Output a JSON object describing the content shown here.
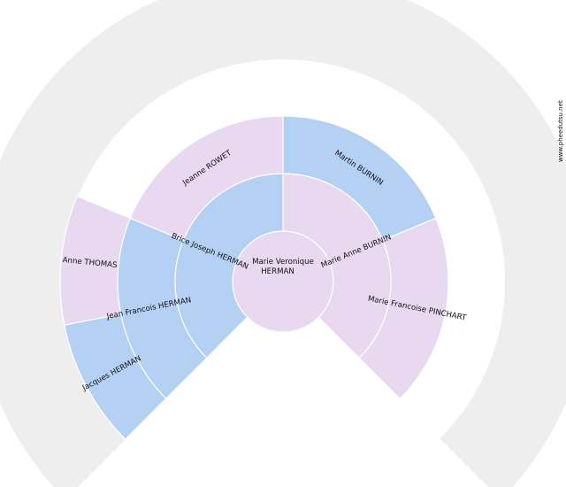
{
  "colors": {
    "male": "#b4d0f2",
    "female": "#e8d8f0",
    "empty": "#eeeeee"
  },
  "credit": "www.pheedutsu.net",
  "center": {
    "name_line1": "Marie Veronique",
    "name_line2": "HERMAN",
    "sex": "female"
  },
  "generations": [
    {
      "level": 1,
      "people": [
        {
          "name": "Brice Joseph HERMAN",
          "sex": "male"
        },
        {
          "name": "Marie Anne BURNIN",
          "sex": "female"
        }
      ]
    },
    {
      "level": 2,
      "people": [
        {
          "name": "Jean Francois HERMAN",
          "sex": "male"
        },
        {
          "name": "Jeanne ROWET",
          "sex": "female"
        },
        {
          "name": "Martin BURNIN",
          "sex": "male"
        },
        {
          "name": "Marie Francoise PINCHART",
          "sex": "female"
        }
      ]
    },
    {
      "level": 3,
      "people": [
        {
          "name": "Jacques HERMAN",
          "sex": "male"
        },
        {
          "name": "Anne THOMAS",
          "sex": "female"
        }
      ]
    }
  ]
}
